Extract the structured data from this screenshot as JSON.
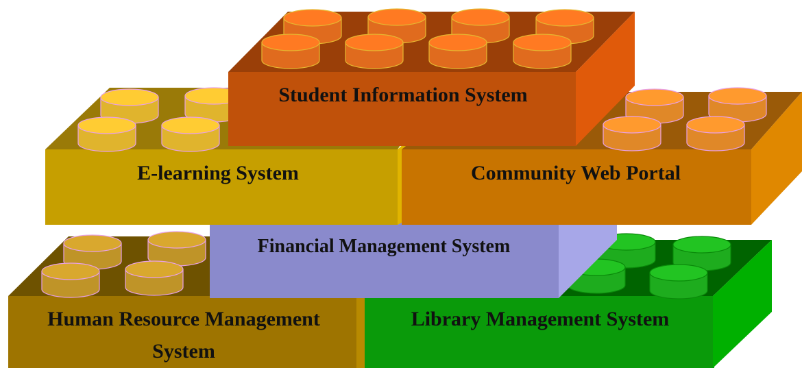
{
  "blocks": {
    "student_information": {
      "label": "Student Information System",
      "top_color": "#9a3f08",
      "front_color": "#c0510a",
      "side_color": "#e05a0a",
      "stud_fill": "#ff7a22",
      "stud_stroke": "#e6b830"
    },
    "elearning": {
      "label": "E-learning System",
      "top_color": "#9a7a08",
      "front_color": "#c69f00",
      "side_color": "#e0b400",
      "stud_fill": "#ffcc33",
      "stud_stroke": "#e8a0e8"
    },
    "community_portal": {
      "label": "Community Web Portal",
      "top_color": "#9a5a08",
      "front_color": "#c87400",
      "side_color": "#e08800",
      "stud_fill": "#ff9a2e",
      "stud_stroke": "#e8a0e8"
    },
    "financial_management": {
      "label": "Financial Management System",
      "front_color": "#8a8acc",
      "side_color": "#a7a7e8"
    },
    "human_resource": {
      "label_line1": "Human Resource Management",
      "label_line2": "System",
      "top_color": "#6e5200",
      "front_color": "#9e7400",
      "side_color": "#b88a00",
      "stud_fill": "#d9a82e",
      "stud_stroke": "#e8a0e8"
    },
    "library_management": {
      "label": "Library Management System",
      "top_color": "#006400",
      "front_color": "#0a9a0a",
      "side_color": "#00b000",
      "stud_fill": "#22c422",
      "stud_stroke": "#0a8a0a"
    }
  }
}
